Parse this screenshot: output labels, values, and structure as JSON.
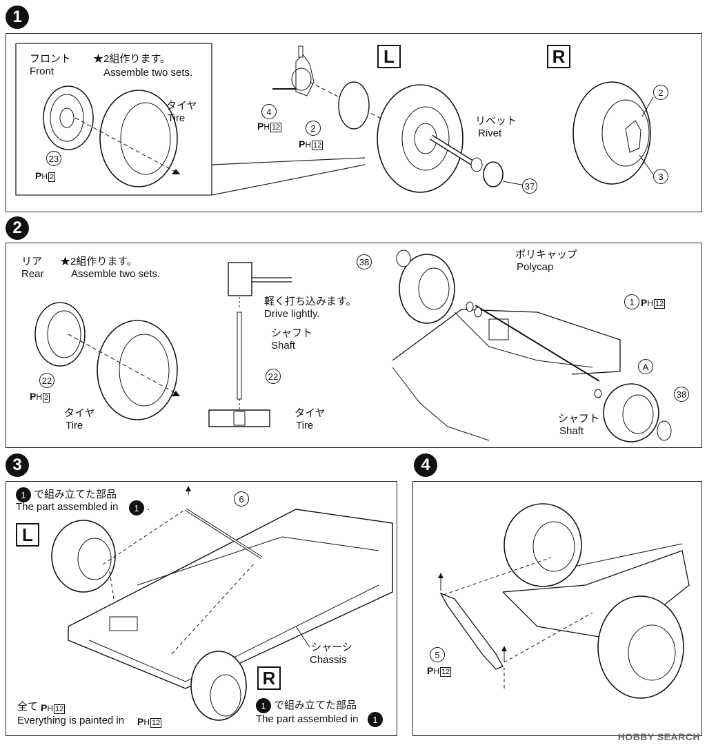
{
  "steps": {
    "s1": {
      "num": "1",
      "front_jp": "フロント",
      "front_en": "Front",
      "note_jp": "★2組作ります。",
      "note_en": "Assemble two sets.",
      "tire_jp": "タイヤ",
      "tire_en": "Tire",
      "rivet_jp": "リベット",
      "rivet_en": "Rivet",
      "left": "L",
      "right": "R",
      "parts": {
        "p23": "23",
        "p4": "4",
        "p2": "2",
        "p37": "37",
        "p2r": "2",
        "p3": "3"
      },
      "paint": {
        "ph2": "2",
        "ph12a": "12",
        "ph12b": "12"
      }
    },
    "s2": {
      "num": "2",
      "rear_jp": "リア",
      "rear_en": "Rear",
      "note_jp": "★2組作ります。",
      "note_en": "Assemble two sets.",
      "drive_jp": "軽く打ち込みます。",
      "drive_en": "Drive lightly.",
      "shaft_jp": "シャフト",
      "shaft_en": "Shaft",
      "tire_jp": "タイヤ",
      "tire_en": "Tire",
      "polycap_jp": "ポリキャップ",
      "polycap_en": "Polycap",
      "shaft2_jp": "シャフト",
      "shaft2_en": "Shaft",
      "marker_a": "A",
      "parts": {
        "p22a": "22",
        "p22b": "22",
        "p38a": "38",
        "p38b": "38",
        "p1": "1"
      },
      "paint": {
        "ph2": "2",
        "ph12": "12"
      }
    },
    "s3": {
      "num": "3",
      "assembled_jp": "で組み立てた部品",
      "assembled_en": "The part assembled in",
      "ref_step": "1",
      "left": "L",
      "right": "R",
      "chassis_jp": "シャーシ",
      "chassis_en": "Chassis",
      "all_jp": "全て",
      "all_en": "Everything is painted in",
      "part6": "6",
      "paint_val": "12"
    },
    "s4": {
      "num": "4",
      "part5": "5",
      "paint_val": "12"
    }
  },
  "paint_prefix": "P",
  "paint_sub": "H",
  "watermark": "HOBBY SEARCH"
}
